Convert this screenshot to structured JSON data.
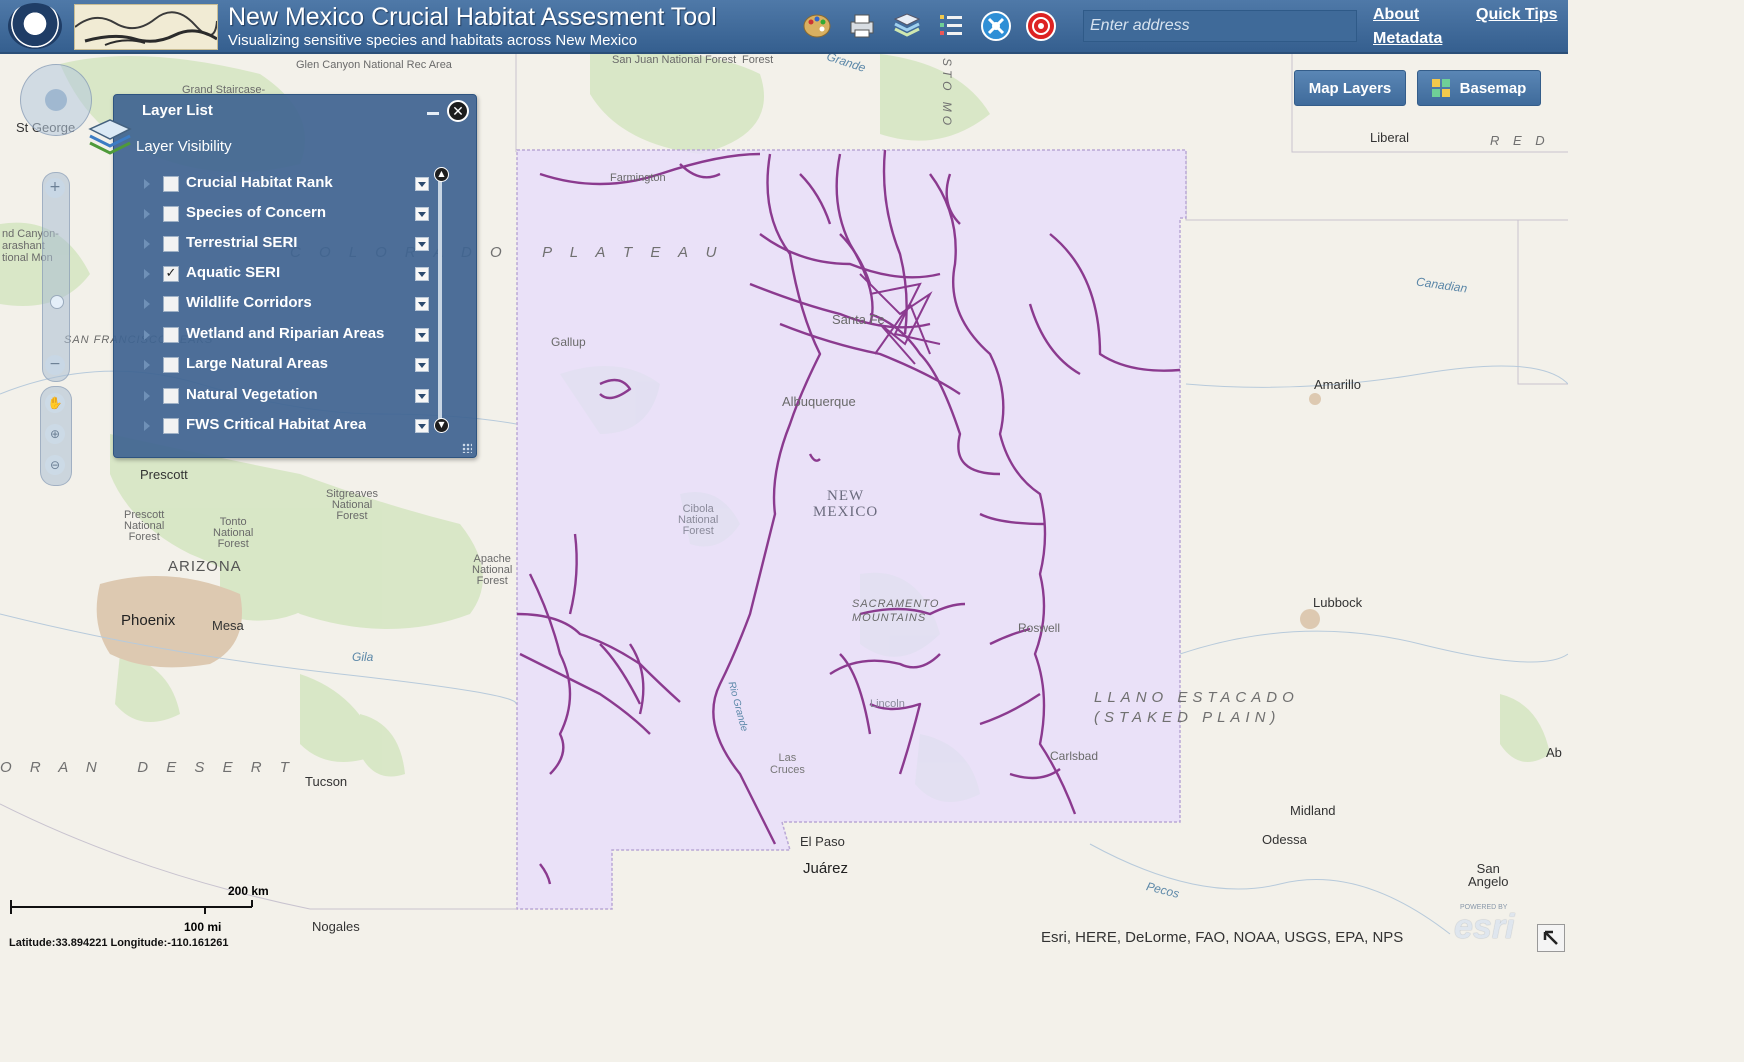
{
  "header": {
    "title": "New Mexico Crucial Habitat Assesment Tool",
    "subtitle": "Visualizing sensitive species and habitats across New Mexico",
    "search_placeholder": "Enter address",
    "links": {
      "about": "About",
      "metadata": "Metadata",
      "quick_tips": "Quick Tips"
    }
  },
  "map_buttons": {
    "map_layers": "Map Layers",
    "basemap": "Basemap"
  },
  "layer_panel": {
    "title": "Layer List",
    "subtitle": "Layer Visibility",
    "layers": [
      {
        "label": "Crucial Habitat Rank",
        "checked": false
      },
      {
        "label": "Species of Concern",
        "checked": false
      },
      {
        "label": "Terrestrial SERI",
        "checked": false
      },
      {
        "label": "Aquatic SERI",
        "checked": true
      },
      {
        "label": "Wildlife Corridors",
        "checked": false
      },
      {
        "label": "Wetland and Riparian Areas",
        "checked": false
      },
      {
        "label": "Large Natural Areas",
        "checked": false
      },
      {
        "label": "Natural Vegetation",
        "checked": false
      },
      {
        "label": "FWS Critical Habitat Area",
        "checked": false
      }
    ]
  },
  "map_labels": {
    "glen_canyon": "Glen Canyon National Rec Area",
    "grand_staircase": "Grand Staircase-",
    "st_george": "St George",
    "san_juan_nf": "San Juan National Forest",
    "forest_top": "Forest",
    "rio_grande_top": "Grande",
    "sto_mo": "STO MO",
    "liberal": "Liberal",
    "red": "R E D",
    "farmington": "Farmington",
    "colorado_plateau": "C O L O R A D O   P L A T E A U",
    "canyon_left": "nd Canyon-\narashant\ntional Mon",
    "san_francisco": "SAN FRANCISCO PEAKS",
    "gallup": "Gallup",
    "albuquerque": "Albuquerque",
    "santa_fe": "Santa Fe",
    "canadian": "Canadian",
    "amarillo": "Amarillo",
    "new_mexico": "NEW\nMEXICO",
    "cibola": "Cibola\nNational\nForest",
    "prescott": "Prescott",
    "prescott_nf": "Prescott\nNational\nForest",
    "sitgreaves": "Sitgreaves\nNational\nForest",
    "tonto": "Tonto\nNational\nForest",
    "apache": "Apache\nNational\nForest",
    "arizona": "ARIZONA",
    "phoenix": "Phoenix",
    "mesa": "Mesa",
    "gila": "Gila",
    "sacramento": "SACRAMENTO\nMOUNTAINS",
    "roswell": "Roswell",
    "lubbock": "Lubbock",
    "llano": "LLANO ESTACADO\n(STAKED PLAIN)",
    "lincoln": "Lincoln",
    "rio_grande": "Rio Grande",
    "las_cruces": "Las\nCruces",
    "carlsbad": "Carlsbad",
    "sonoran": "O R A N   D E S E R T",
    "tucson": "Tucson",
    "el_paso": "El Paso",
    "juarez": "Juárez",
    "midland": "Midland",
    "odessa": "Odessa",
    "pecos": "Pecos",
    "san_angelo": "San\nAngelo",
    "abilene": "Ab",
    "nogales": "Nogales"
  },
  "scalebar": {
    "km": "200 km",
    "mi": "100 mi"
  },
  "coords": {
    "text": "Latitude:33.894221   Longitude:-110.161261"
  },
  "attribution": "Esri, HERE, DeLorme, FAO, NOAA, USGS, EPA, NPS",
  "esri": {
    "small": "POWERED BY",
    "big": "esri"
  },
  "colors": {
    "header": "#3f6a99",
    "aquatic_seri": "#8b3a8f",
    "nm_fill": "#e7defa"
  }
}
